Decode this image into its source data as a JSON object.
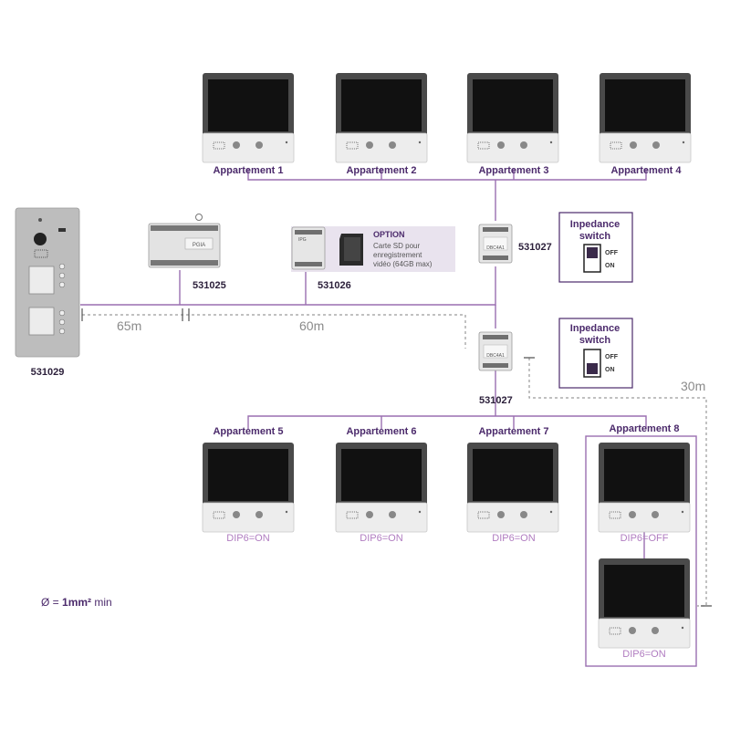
{
  "apartments_top": [
    "Appartement 1",
    "Appartement 2",
    "Appartement 3",
    "Appartement 4"
  ],
  "apartments_bottom": [
    "Appartement 5",
    "Appartement 6",
    "Appartement 7",
    "Appartement 8"
  ],
  "dip_labels": [
    "DIP6=ON",
    "DIP6=ON",
    "DIP6=ON",
    "DIP6=OFF",
    "DIP6=ON"
  ],
  "codes": {
    "door_station": "531029",
    "power_supply": "531025",
    "ipg": "531026",
    "distributor_top": "531027",
    "distributor_bottom": "531027"
  },
  "device_text": {
    "power_supply": "PGIA",
    "ipg": "IPG",
    "distributor": "DBC4A1"
  },
  "option": {
    "title": "OPTION",
    "line1": "Carte SD pour",
    "line2": "enregistrement",
    "line3": "vidéo (64GB max)"
  },
  "switch": {
    "title_line1": "Inpedance",
    "title_line2": "switch",
    "off": "OFF",
    "on": "ON"
  },
  "distances": [
    "65m",
    "60m",
    "30m"
  ],
  "cable": {
    "prefix": "Ø =",
    "value": "1mm²",
    "suffix": "min"
  },
  "colors": {
    "wire": "#9a6fb0",
    "label": "#4b2a6b",
    "dip": "#b07cc0",
    "option_bg": "#e9e3ee"
  }
}
